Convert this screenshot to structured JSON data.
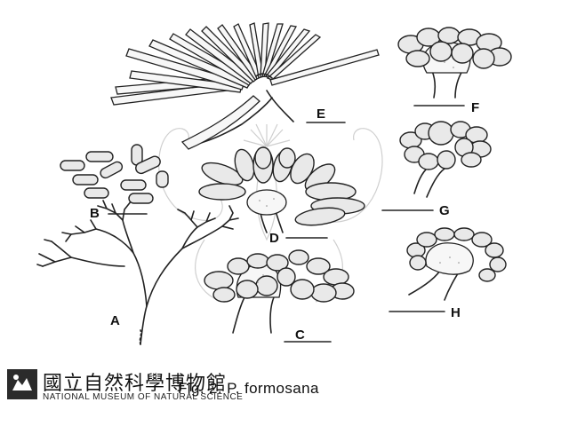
{
  "figure": {
    "caption": "Fig. 2. P. formosana",
    "panel_labels": {
      "A": "A",
      "B": "B",
      "C": "C",
      "D": "D",
      "E": "E",
      "F": "F",
      "G": "G",
      "H": "H"
    }
  },
  "watermark": {
    "name_zh": "國立自然科學博物館",
    "name_en": "NATIONAL MUSEUM OF NATURAL SCIENCE"
  },
  "colors": {
    "ink": "#222222",
    "watermark": "#cfcfcf",
    "background": "#ffffff"
  }
}
